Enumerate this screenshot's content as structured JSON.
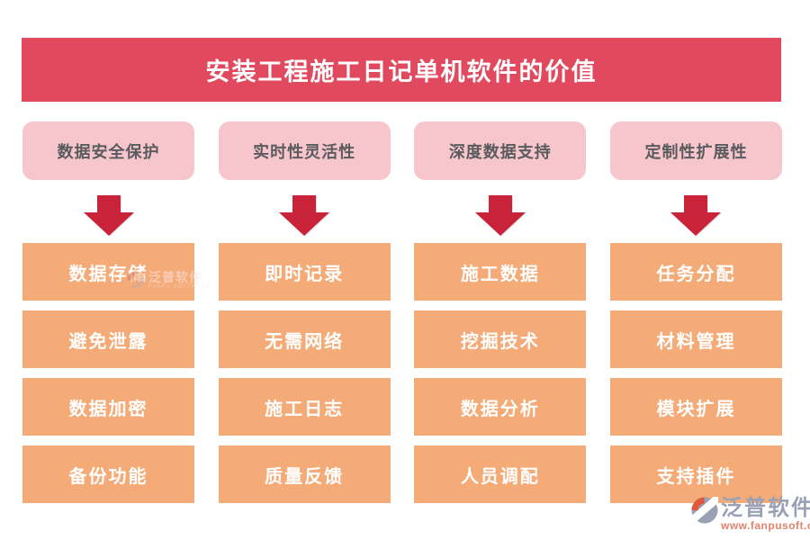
{
  "title": "安装工程施工日记单机软件的价值",
  "columns": [
    {
      "header": "数据安全保护",
      "items": [
        "数据存储",
        "避免泄露",
        "数据加密",
        "备份功能"
      ]
    },
    {
      "header": "实时性灵活性",
      "items": [
        "即时记录",
        "无需网络",
        "施工日志",
        "质量反馈"
      ]
    },
    {
      "header": "深度数据支持",
      "items": [
        "施工数据",
        "挖掘技术",
        "数据分析",
        "人员调配"
      ]
    },
    {
      "header": "定制性扩展性",
      "items": [
        "任务分配",
        "材料管理",
        "模块扩展",
        "支持插件"
      ]
    }
  ],
  "watermark": {
    "brand": "泛普软件",
    "brand_en": "FANPU SOFTWARE",
    "url": "www.fanpusoft.com"
  },
  "colors": {
    "banner_red": "#e14a5e",
    "header_pink": "#f7c6cd",
    "header_text_gray": "#595b5e",
    "arrow_red": "#c9233a",
    "box_orange": "#f4ab77",
    "box_text_white": "#ffffff",
    "logo_gray": "#9aa1b6",
    "logo_orange": "#e0593d",
    "url_salmon": "#e2836a"
  }
}
